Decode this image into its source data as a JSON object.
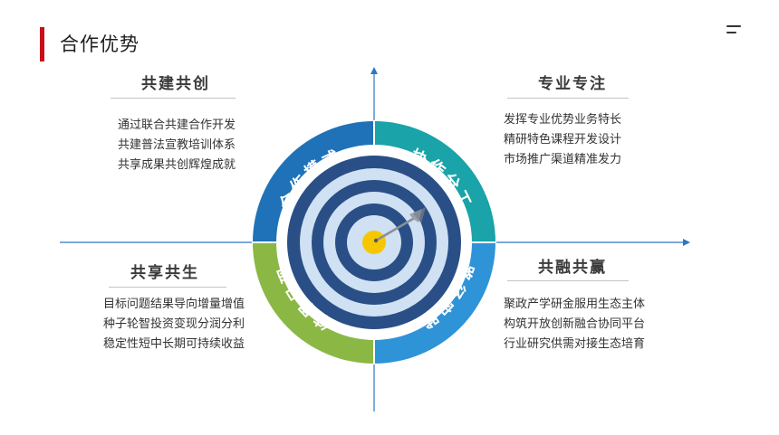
{
  "page": {
    "title": "合作优势"
  },
  "diagram": {
    "ring_labels": [
      "合作模式",
      "协作分工",
      "路径实践",
      "结果呈现"
    ],
    "ring_colors": [
      "#1f72b8",
      "#1aa3a8",
      "#2f93d8",
      "#8bb845"
    ],
    "accent_colors": {
      "target_dark": "#2a4f86",
      "target_light": "#cfe1f3",
      "bullseye": "#f6c700",
      "dart": "#8a8f99",
      "axis": "#2b77c4"
    }
  },
  "sections": [
    {
      "heading": "共建共创",
      "lines": [
        "通过联合共建合作开发",
        "共建普法宣教培训体系",
        "共享成果共创辉煌成就"
      ]
    },
    {
      "heading": "专业专注",
      "lines": [
        "发挥专业优势业务特长",
        "精研特色课程开发设计",
        "市场推广渠道精准发力"
      ]
    },
    {
      "heading": "共享共生",
      "lines": [
        "目标问题结果导向增量增值",
        "种子轮智投资变现分润分利",
        "稳定性短中长期可持续收益"
      ]
    },
    {
      "heading": "共融共赢",
      "lines": [
        "聚政产学研金服用生态主体",
        "构筑开放创新融合协同平台",
        "行业研究供需对接生态培育"
      ]
    }
  ]
}
